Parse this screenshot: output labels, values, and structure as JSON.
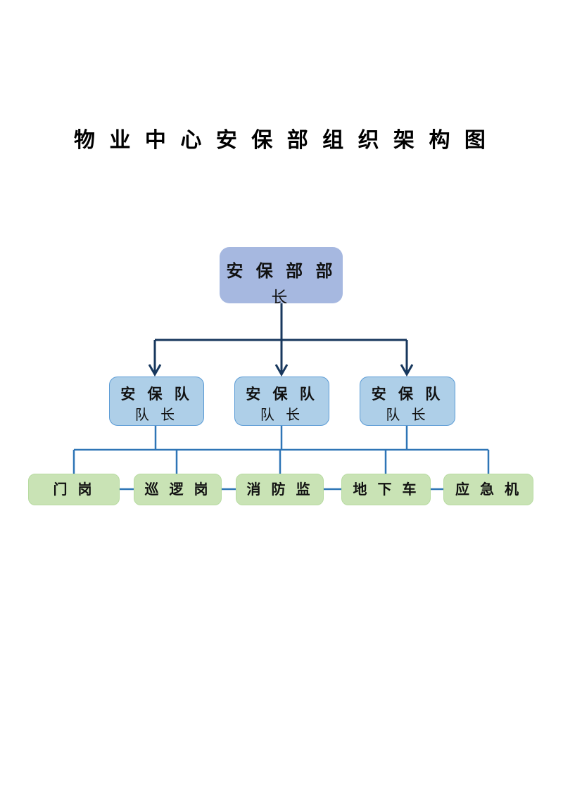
{
  "title": "物 业 中 心 安 保 部 组 织 架 构 图",
  "colors": {
    "page_bg": "#ffffff",
    "title_color": "#000000",
    "box_text": "#111111",
    "line_dark": "#17375d",
    "line_blue": "#2e75b6",
    "box_top_fill": "#a6b8e0",
    "box_mid_fill": "#aecfe8",
    "box_mid_border": "#5b9bd5",
    "box_green_fill": "#c9e3b5",
    "box_green_border": "#b8dba1"
  },
  "org": {
    "root": {
      "line1": "安 保 部 部",
      "line2": "长"
    },
    "managers": [
      {
        "line1": "安 保 队",
        "line2": "队 长"
      },
      {
        "line1": "安 保 队",
        "line2": "队 长"
      },
      {
        "line1": "安 保 队",
        "line2": "队 长"
      }
    ],
    "posts": [
      {
        "label": "门 岗"
      },
      {
        "label": "巡 逻 岗"
      },
      {
        "label": "消 防 监"
      },
      {
        "label": "地 下 车"
      },
      {
        "label": "应 急 机"
      }
    ]
  }
}
